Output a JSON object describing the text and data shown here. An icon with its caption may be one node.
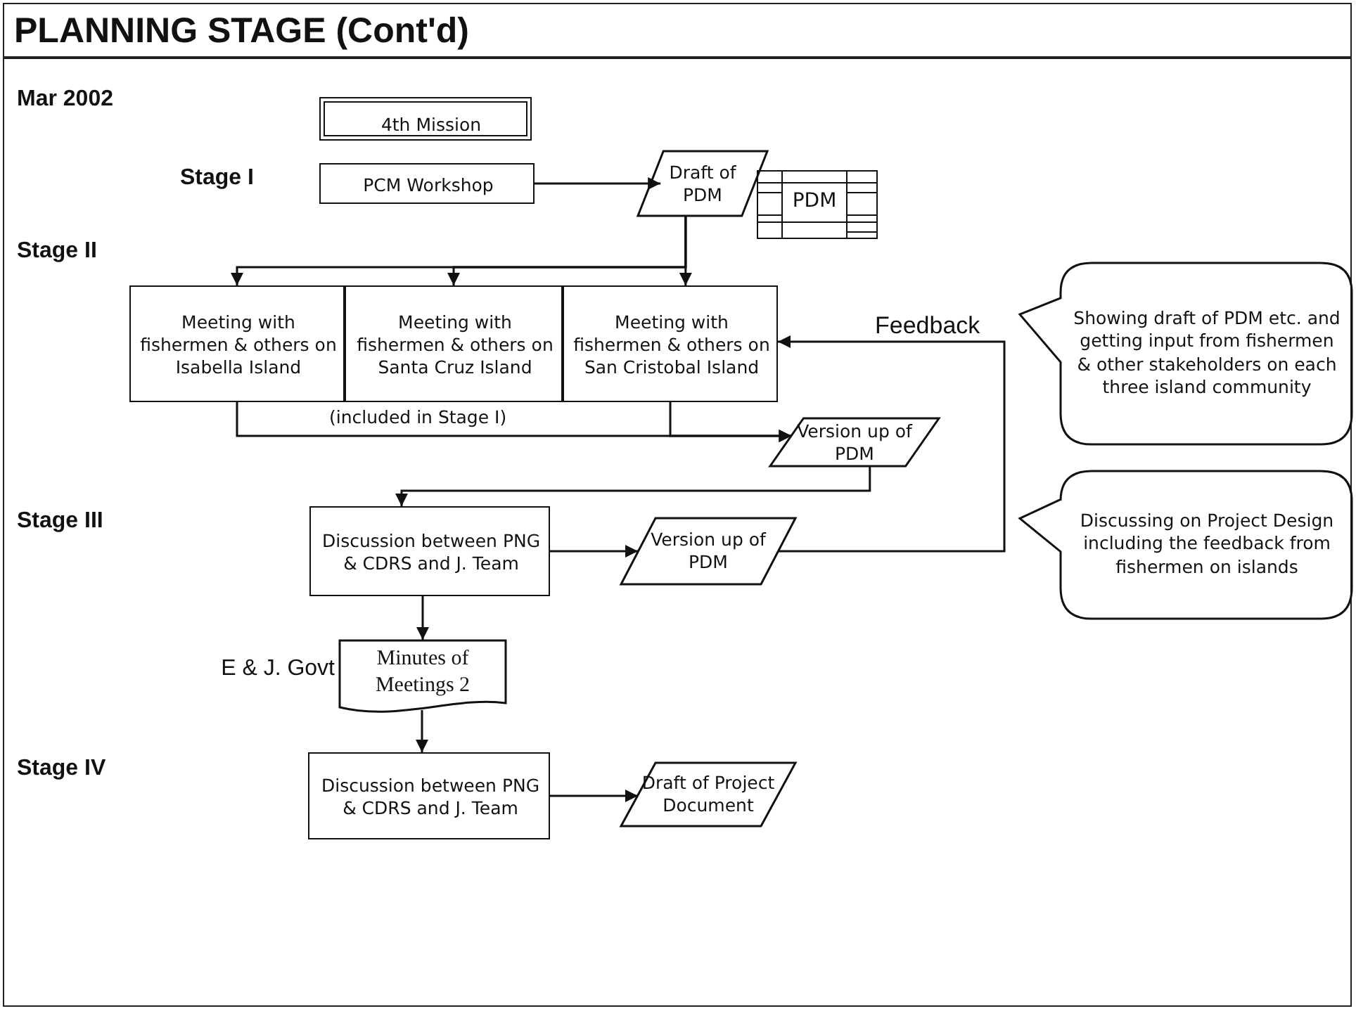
{
  "diagram": {
    "title": "PLANNING STAGE (Cont'd)",
    "nodes": [
      {
        "text": [
          "4th Mission"
        ]
      },
      {
        "text": [
          "PCM Workshop"
        ]
      },
      {
        "text": [
          "Draft of PDM"
        ]
      },
      {
        "text": [
          "PDM"
        ]
      },
      {
        "text": [
          "Meeting with fishermen & others on Isabella Island"
        ]
      },
      {
        "text": [
          "Meeting with fishermen & others on Santa Cruz Island"
        ]
      },
      {
        "text": [
          "Meeting with fishermen & others on San Cristobal Island"
        ]
      },
      {
        "text": [
          "Version up of PDM"
        ]
      },
      {
        "text": [
          "Discussion between PNG & CDRS and J. Team"
        ]
      },
      {
        "text": [
          "Version up of PDM"
        ]
      },
      {
        "text": [
          "Minutes of Meetings 2"
        ],
        "beside": [
          "E & J. Govt"
        ]
      },
      {
        "text": [
          "Discussion between PNG & CDRS and J. Team"
        ]
      },
      {
        "text": [
          "Draft of Project Document"
        ]
      },
      {
        "text": [
          "Showing draft of PDM etc. and getting input from fishermen & other stakeholders on each three island community"
        ]
      },
      {
        "text": [
          "Discussing on Project Design including the feedback from fishermen on islands"
        ]
      }
    ],
    "edges": [
      {
        "from": 1,
        "to": 2,
        "arrow": "to"
      },
      {
        "from": 2,
        "to": 4,
        "arrow": "to"
      },
      {
        "from": 2,
        "to": 5,
        "arrow": "to"
      },
      {
        "from": 2,
        "to": 6,
        "arrow": "to"
      },
      {
        "from": 4,
        "to": 7,
        "arrow": "to",
        "label": "(included in Stage I)"
      },
      {
        "from": 6,
        "to": 7,
        "arrow": "to"
      },
      {
        "from": 7,
        "to": 8,
        "arrow": "to"
      },
      {
        "from": 8,
        "to": 9,
        "arrow": "to"
      },
      {
        "from": 9,
        "to": 6,
        "arrow": "to",
        "label": "Feedback"
      },
      {
        "from": 8,
        "to": 10,
        "arrow": "to"
      },
      {
        "from": 10,
        "to": 11,
        "arrow": "to"
      },
      {
        "from": 11,
        "to": 12,
        "arrow": "to"
      }
    ],
    "labels": [
      "Mar 2002",
      "Stage I",
      "Stage II",
      "Stage III",
      "Stage IV"
    ]
  }
}
